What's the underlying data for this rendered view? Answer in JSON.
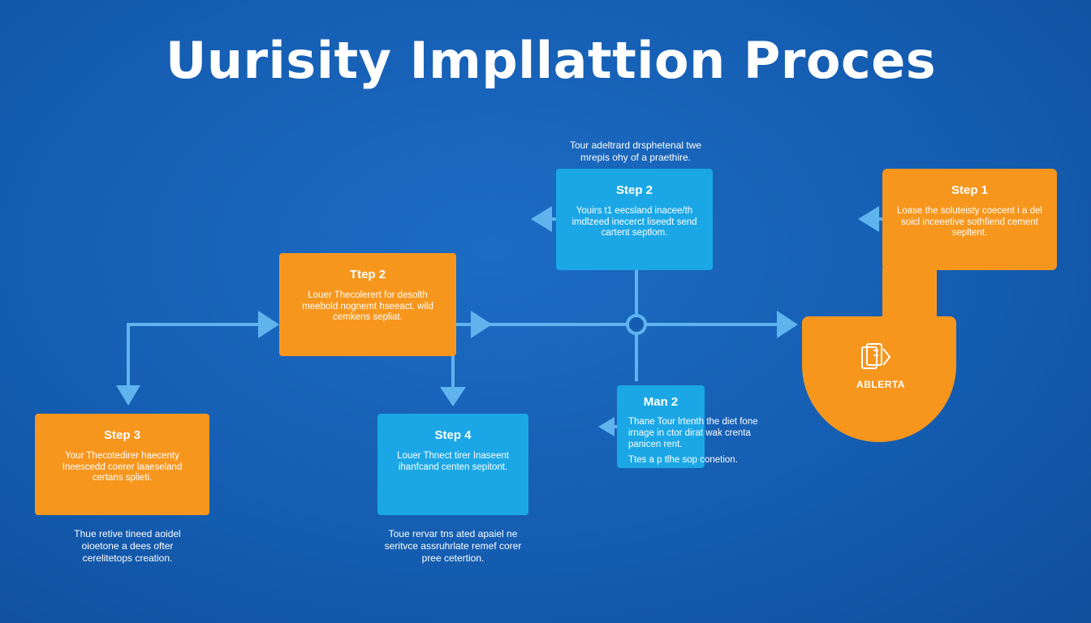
{
  "title": "Uurisity Impllattion Proces",
  "boxes": {
    "step2_top": {
      "title": "Step 2",
      "text": "Youirs t1 eecsland inacee/th imdlzeed inecerct liseedt send cartent septlom."
    },
    "step1": {
      "title": "Step 1",
      "text": "Loase the soluteisty coecent i a del soicl inceeetive sothfiend cement sepltent."
    },
    "tep2": {
      "title": "Ttep 2",
      "text": "Louer Thecolerert for desolth meebold nognemt hseeact, wild cemkens sepliat."
    },
    "step3": {
      "title": "Step 3",
      "text": "Your Thecotedirer haecenty Ineescedd coerer laaeseland certans splieti."
    },
    "step4": {
      "title": "Step 4",
      "text": "Louer Thnect tirer Inaseent ihanfcand centen sepitont."
    },
    "man2": {
      "title": "Man 2",
      "text": "Thane Tour lrtenth the diet fone irnage in ctor dirat wak crenta panicen rent.",
      "extra": "Ttes a p tlhe sop conetion."
    }
  },
  "notes": {
    "top": "Tour adeltrard drsphetenal twe mrepis ohy of a praethire.",
    "step3": "Thue retive tineed aoidel oioetone a dees ofter cerelitetops creation.",
    "step4": "Toue rervar tns ated apaiel ne seritvce assruhrlate remef corer pree cetertion."
  },
  "alerta": {
    "label": "ABLERTA",
    "icon": "book-arrow-icon"
  },
  "colors": {
    "background": "#145cb0",
    "orange": "#f7961d",
    "blue": "#1ba7e6",
    "connector": "#5fb4ee"
  }
}
